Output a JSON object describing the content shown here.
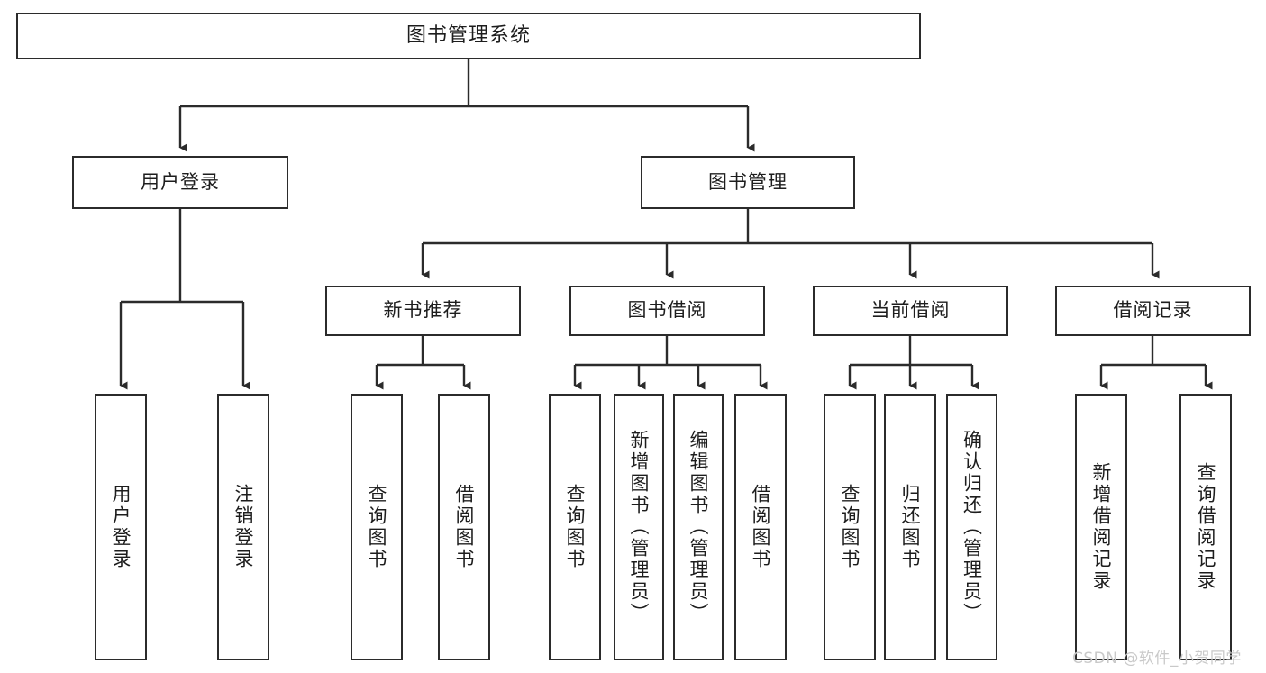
{
  "diagram": {
    "title": "图书管理系统",
    "type": "tree-hierarchy",
    "levels": {
      "root": {
        "label": "图书管理系统"
      },
      "level2": [
        {
          "id": "user-login",
          "label": "用户登录"
        },
        {
          "id": "book-management",
          "label": "图书管理"
        }
      ],
      "level3": [
        {
          "id": "new-book-recommend",
          "label": "新书推荐",
          "parent": "book-management"
        },
        {
          "id": "book-borrow",
          "label": "图书借阅",
          "parent": "book-management"
        },
        {
          "id": "current-borrow",
          "label": "当前借阅",
          "parent": "book-management"
        },
        {
          "id": "borrow-record",
          "label": "借阅记录",
          "parent": "book-management"
        }
      ],
      "leaves": [
        {
          "id": "leaf-user-login",
          "label": "用户登录",
          "parent": "user-login"
        },
        {
          "id": "leaf-logout",
          "label": "注销登录",
          "parent": "user-login"
        },
        {
          "id": "leaf-query-book-1",
          "label": "查询图书",
          "parent": "new-book-recommend"
        },
        {
          "id": "leaf-borrow-book-1",
          "label": "借阅图书",
          "parent": "new-book-recommend"
        },
        {
          "id": "leaf-query-book-2",
          "label": "查询图书",
          "parent": "book-borrow"
        },
        {
          "id": "leaf-add-book",
          "label": "新增图书（管理员）",
          "parent": "book-borrow"
        },
        {
          "id": "leaf-edit-book",
          "label": "编辑图书（管理员）",
          "parent": "book-borrow"
        },
        {
          "id": "leaf-borrow-book-2",
          "label": "借阅图书",
          "parent": "book-borrow"
        },
        {
          "id": "leaf-query-book-3",
          "label": "查询图书",
          "parent": "current-borrow"
        },
        {
          "id": "leaf-return-book",
          "label": "归还图书",
          "parent": "current-borrow"
        },
        {
          "id": "leaf-confirm-return",
          "label": "确认归还（管理员）",
          "parent": "current-borrow"
        },
        {
          "id": "leaf-add-record",
          "label": "新增借阅记录",
          "parent": "borrow-record"
        },
        {
          "id": "leaf-query-record",
          "label": "查询借阅记录",
          "parent": "borrow-record"
        }
      ]
    },
    "colors": {
      "stroke": "#2b2b2b",
      "fill": "#ffffff",
      "text": "#1d1d1d",
      "watermark": "#c9c9c9"
    }
  },
  "watermark": {
    "text": "CSDN @软件_小贺同学"
  }
}
